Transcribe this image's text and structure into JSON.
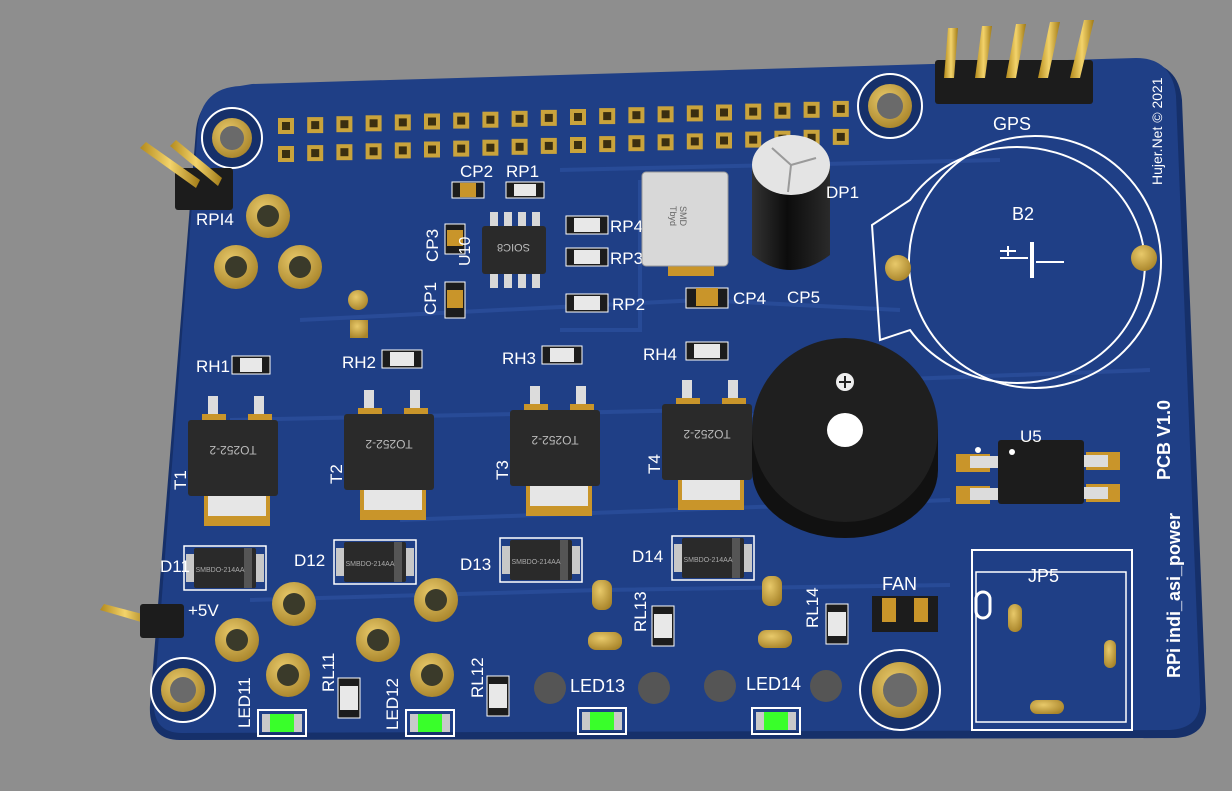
{
  "colors": {
    "background": "#8e8e8e",
    "board": "#1f3f86",
    "board_edge": "#16306a",
    "trace": "#2a4d99",
    "pad_gold": "#c9a33c",
    "silkscreen": "#ffffff",
    "led_green": "#39ff2a",
    "component_black": "#1c1c1c"
  },
  "board": {
    "copyright": "Hujer.Net © 2021",
    "name": "RPi indi_asi_power",
    "version": "PCB V1.0"
  },
  "headers": {
    "gps_label": "GPS",
    "rpi4_label": "RPI4",
    "power_label": "+5V",
    "fan_label": "FAN"
  },
  "designators": {
    "cp1": "CP1",
    "cp2": "CP2",
    "cp3": "CP3",
    "cp4": "CP4",
    "cp5": "CP5",
    "rp1": "RP1",
    "rp2": "RP2",
    "rp3": "RP3",
    "rp4": "RP4",
    "dp1": "DP1",
    "u10": "U10",
    "u5": "U5",
    "b2": "B2",
    "jp5": "JP5",
    "rh1": "RH1",
    "rh2": "RH2",
    "rh3": "RH3",
    "rh4": "RH4",
    "t1": "T1",
    "t2": "T2",
    "t3": "T3",
    "t4": "T4",
    "d11": "D11",
    "d12": "D12",
    "d13": "D13",
    "d14": "D14",
    "rl11": "RL11",
    "rl12": "RL12",
    "rl13": "RL13",
    "rl14": "RL14",
    "led11": "LED11",
    "led12": "LED12",
    "led13": "LED13",
    "led14": "LED14"
  },
  "component_markings": {
    "u10_package": "SOIC8",
    "inductor_top": "SMD",
    "inductor_bottom": "Tbyd",
    "mosfet_package": "TO252-2",
    "diode_marking": "SMBDO-214AA"
  }
}
